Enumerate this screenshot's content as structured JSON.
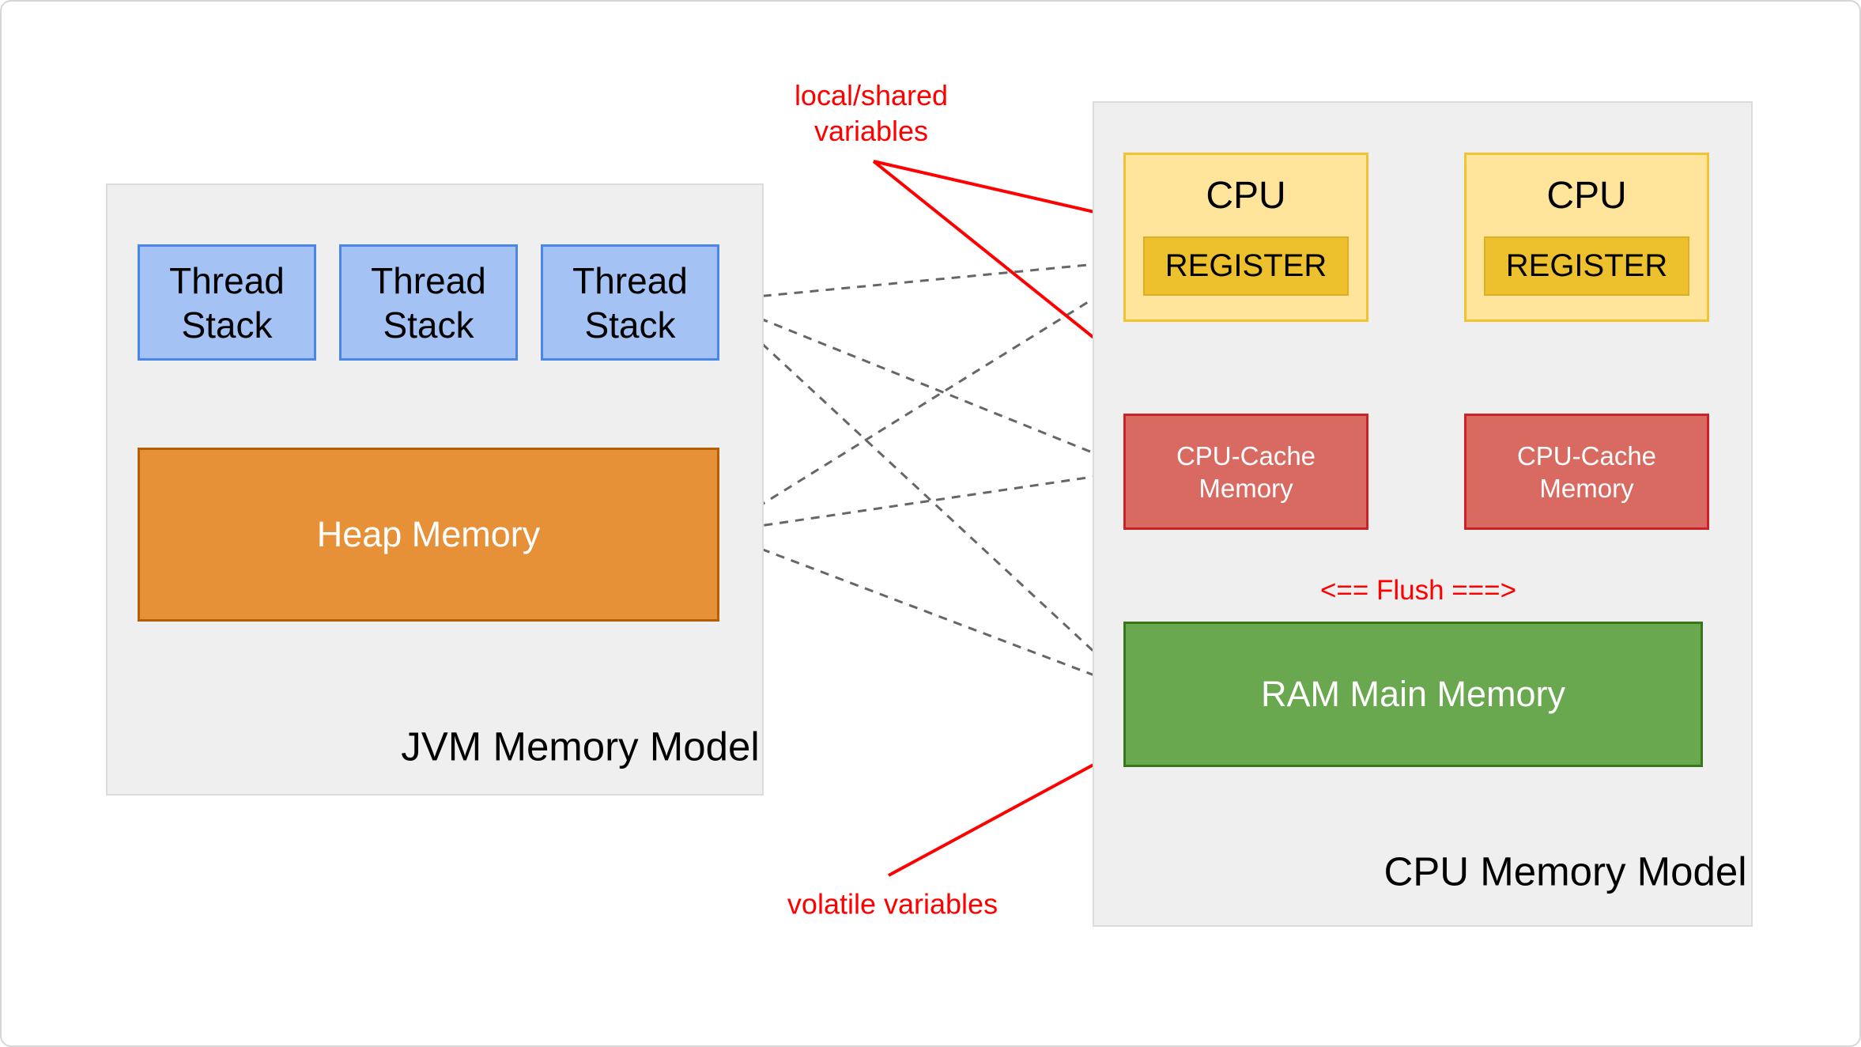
{
  "jvm": {
    "title": "JVM Memory Model",
    "thread_stacks": [
      {
        "line1": "Thread",
        "line2": "Stack"
      },
      {
        "line1": "Thread",
        "line2": "Stack"
      },
      {
        "line1": "Thread",
        "line2": "Stack"
      }
    ],
    "heap_label": "Heap Memory"
  },
  "cpu": {
    "title": "CPU Memory Model",
    "cpus": [
      {
        "label": "CPU",
        "register_label": "REGISTER"
      },
      {
        "label": "CPU",
        "register_label": "REGISTER"
      }
    ],
    "caches": [
      {
        "line1": "CPU-Cache",
        "line2": "Memory"
      },
      {
        "line1": "CPU-Cache",
        "line2": "Memory"
      }
    ],
    "ram_label": "RAM Main Memory",
    "flush_label": "<== Flush ===>"
  },
  "annotations": {
    "local_shared": {
      "line1": "local/shared",
      "line2": "variables"
    },
    "volatile_label": "volatile variables"
  },
  "colors": {
    "panel_bg": "#efefef",
    "thread_fill": "#a4c2f4",
    "thread_border": "#4a86e8",
    "heap_fill": "#e69138",
    "heap_border": "#b45f06",
    "cpu_fill": "#ffe49c",
    "cpu_border": "#f1c232",
    "register_fill": "#edc02e",
    "cache_fill": "#d96a62",
    "cache_border": "#cc2127",
    "ram_fill": "#6aa84f",
    "ram_border": "#38761d",
    "connector_gray": "#666666",
    "annotation_red": "#ff0000"
  }
}
